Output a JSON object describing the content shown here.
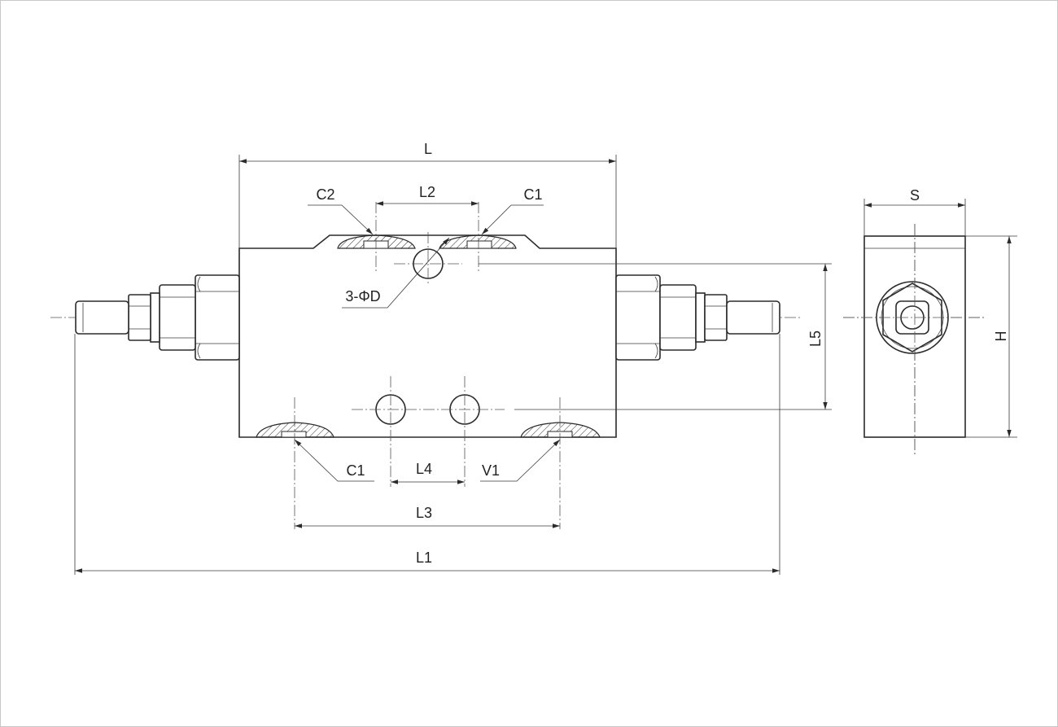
{
  "drawing": {
    "labels": {
      "L": "L",
      "L1": "L1",
      "L2": "L2",
      "L3": "L3",
      "L4": "L4",
      "L5": "L5",
      "S": "S",
      "H": "H",
      "C1_top": "C1",
      "C2_top": "C2",
      "C1_bottom": "C1",
      "V1_bottom": "V1",
      "holes": "3-ΦD"
    }
  }
}
